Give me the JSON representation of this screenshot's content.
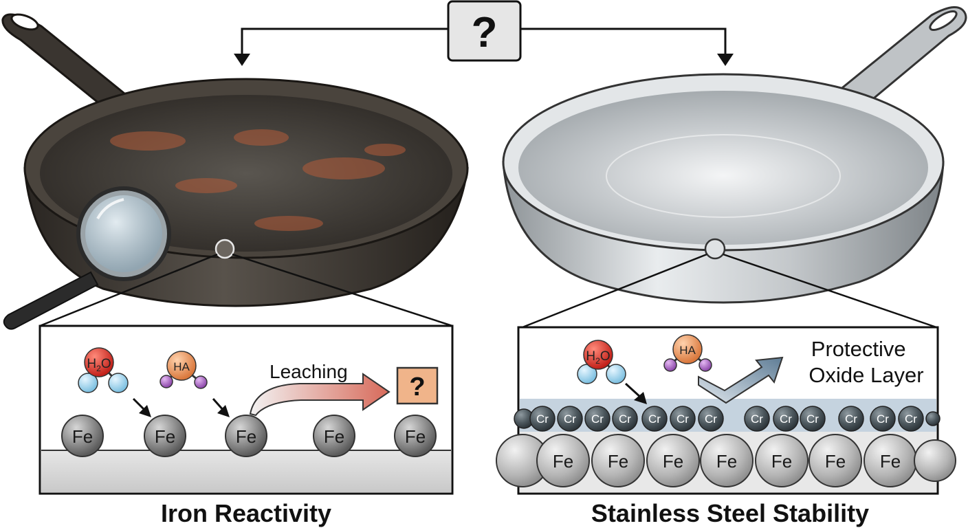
{
  "question_box": {
    "mark": "?"
  },
  "left_panel": {
    "title": "Iron Reactivity",
    "molecule_1": {
      "label": "H",
      "subscript": "2",
      "label_end": "O"
    },
    "molecule_2": {
      "label": "HA"
    },
    "arrow_label": "Leaching",
    "unknown_mark": "?",
    "atoms": [
      "Fe",
      "Fe",
      "Fe",
      "Fe",
      "Fe"
    ]
  },
  "right_panel": {
    "title": "Stainless Steel Stability",
    "molecule_1": {
      "label": "H",
      "subscript": "2",
      "label_end": "O"
    },
    "molecule_2": {
      "label": "HA"
    },
    "layer_label_line1": "Protective",
    "layer_label_line2": "Oxide Layer",
    "oxide_atoms": [
      "Cr",
      "Cr",
      "Cr",
      "Cr",
      "Cr",
      "Cr",
      "Cr",
      "Cr",
      "Cr",
      "Cr",
      "Cr",
      "Cr",
      "Cr"
    ],
    "base_atoms": [
      "Fe",
      "Fe",
      "Fe",
      "Fe",
      "Fe",
      "Fe"
    ]
  },
  "colors": {
    "cast_iron": "#3b3631",
    "rust": "#b35c3a",
    "steel": "#c9ccce",
    "water_oxygen": "#d9342b",
    "water_hydrogen": "#a8d8ef",
    "acid_core": "#e8915a",
    "acid_ligand": "#9b59b6",
    "unknown_box": "#f0b48a",
    "oxide_band": "#c5d3df"
  }
}
